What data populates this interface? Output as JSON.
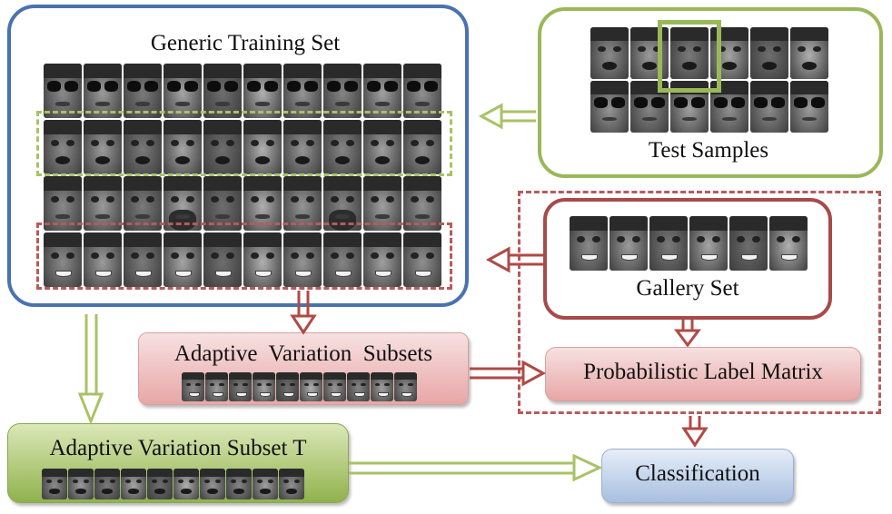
{
  "labels": {
    "generic_training_set": "Generic Training Set",
    "test_samples": "Test Samples",
    "gallery_set": "Gallery Set",
    "adaptive_variation_subsets": "Adaptive  Variation  Subsets",
    "probabilistic_label_matrix": "Probabilistic Label Matrix",
    "adaptive_variation_subset_t": "Adaptive Variation Subset T",
    "classification": "Classification"
  },
  "colors": {
    "training_border": "#4a72b0",
    "test_border": "#9ab85a",
    "gallery_border": "#a84a4a",
    "dashed_green": "#a8c266",
    "dashed_red": "#b85a5a",
    "arrow_red": "#b04a45",
    "arrow_green": "#a8c266",
    "subsets_fill_top": "#f7e1e1",
    "subsets_fill_bottom": "#e8a6a6",
    "subset_t_fill_top": "#dbe8b8",
    "subset_t_fill_bottom": "#90b24c",
    "classification_fill_top": "#e6eef8",
    "classification_fill_bottom": "#a7bfe0"
  },
  "icons": {
    "face_thumbnail": "grayscale-face-photo"
  }
}
